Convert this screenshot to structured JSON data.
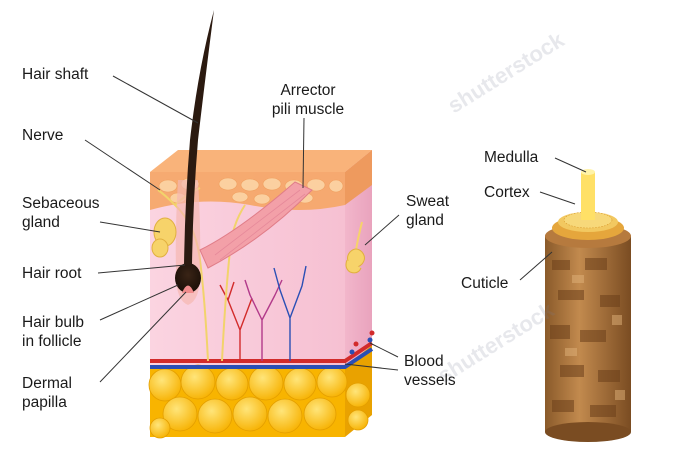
{
  "labels": {
    "hair_shaft": "Hair shaft",
    "nerve": "Nerve",
    "sebaceous_gland": "Sebaceous\ngland",
    "hair_root": "Hair root",
    "hair_bulb": "Hair bulb\nin follicle",
    "dermal_papilla": "Dermal\npapilla",
    "arrector_pili": "Arrector\npili muscle",
    "sweat_gland": "Sweat\ngland",
    "blood_vessels": "Blood\nvessels",
    "medulla": "Medulla",
    "cortex": "Cortex",
    "cuticle": "Cuticle"
  },
  "watermark": "shutterstock",
  "colors": {
    "epidermis": "#f6a86a",
    "dermis": "#f8c6d6",
    "fat": "#ffc61e",
    "hair": "#2b1a10",
    "nerve": "#f2d36b",
    "artery": "#d22b2b",
    "vein": "#2a4fb5",
    "cuticle": "#b0773e",
    "medulla": "#ffe066"
  }
}
